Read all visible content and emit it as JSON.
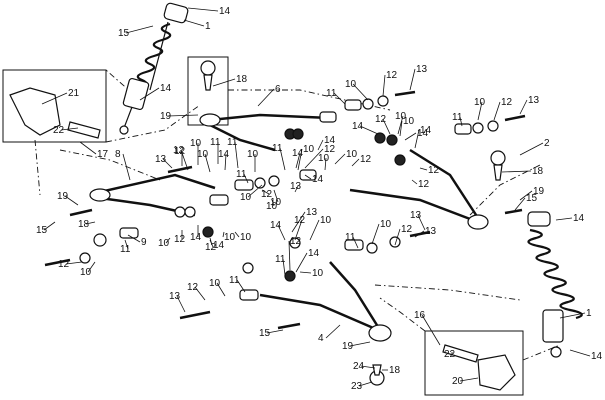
{
  "diagram": {
    "callouts": [
      {
        "label": "14"
      },
      {
        "label": "1"
      },
      {
        "label": "15"
      },
      {
        "label": "21"
      },
      {
        "label": "14"
      },
      {
        "label": "22"
      },
      {
        "label": "17"
      },
      {
        "label": "18"
      },
      {
        "label": "19"
      },
      {
        "label": "6"
      },
      {
        "label": "11"
      },
      {
        "label": "10"
      },
      {
        "label": "12"
      },
      {
        "label": "13"
      },
      {
        "label": "11"
      },
      {
        "label": "10"
      },
      {
        "label": "12"
      },
      {
        "label": "13"
      },
      {
        "label": "14"
      },
      {
        "label": "12"
      },
      {
        "label": "10"
      },
      {
        "label": "10"
      },
      {
        "label": "14"
      },
      {
        "label": "11"
      },
      {
        "label": "12"
      },
      {
        "label": "10"
      },
      {
        "label": "14"
      },
      {
        "label": "10"
      },
      {
        "label": "11"
      },
      {
        "label": "10"
      },
      {
        "label": "12"
      },
      {
        "label": "14"
      },
      {
        "label": "10"
      },
      {
        "label": "12"
      },
      {
        "label": "8"
      },
      {
        "label": "13"
      },
      {
        "label": "12"
      },
      {
        "label": "10"
      },
      {
        "label": "11"
      },
      {
        "label": "14"
      },
      {
        "label": "10"
      },
      {
        "label": "14"
      },
      {
        "label": "12"
      },
      {
        "label": "12"
      },
      {
        "label": "11"
      },
      {
        "label": "10"
      },
      {
        "label": "13"
      },
      {
        "label": "10"
      },
      {
        "label": "14"
      },
      {
        "label": "2"
      },
      {
        "label": "18"
      },
      {
        "label": "19"
      },
      {
        "label": "15"
      },
      {
        "label": "14"
      },
      {
        "label": "19"
      },
      {
        "label": "18"
      },
      {
        "label": "15"
      },
      {
        "label": "12"
      },
      {
        "label": "10"
      },
      {
        "label": "14"
      },
      {
        "label": "13"
      },
      {
        "label": "12"
      },
      {
        "label": "10"
      },
      {
        "label": "11"
      },
      {
        "label": "10"
      },
      {
        "label": "12"
      },
      {
        "label": "13"
      },
      {
        "label": "13"
      },
      {
        "label": "10"
      },
      {
        "label": "12"
      },
      {
        "label": "9"
      },
      {
        "label": "10"
      },
      {
        "label": "12"
      },
      {
        "label": "14"
      },
      {
        "label": "12"
      },
      {
        "label": "10"
      },
      {
        "label": "11"
      },
      {
        "label": "14"
      },
      {
        "label": "10"
      },
      {
        "label": "12"
      },
      {
        "label": "14"
      },
      {
        "label": "10"
      },
      {
        "label": "11"
      },
      {
        "label": "13"
      },
      {
        "label": "12"
      },
      {
        "label": "10"
      },
      {
        "label": "11"
      },
      {
        "label": "15"
      },
      {
        "label": "4"
      },
      {
        "label": "19"
      },
      {
        "label": "24"
      },
      {
        "label": "18"
      },
      {
        "label": "23"
      },
      {
        "label": "16"
      },
      {
        "label": "22"
      },
      {
        "label": "20"
      },
      {
        "label": "1"
      },
      {
        "label": "14"
      }
    ]
  }
}
